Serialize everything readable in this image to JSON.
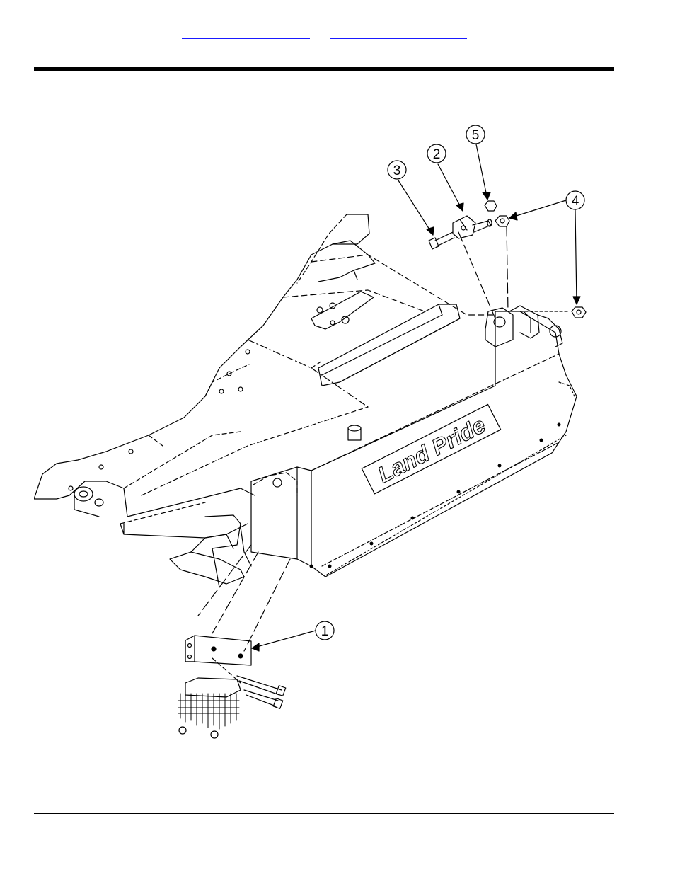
{
  "header": {
    "links": [
      "",
      ""
    ]
  },
  "figure": {
    "brand_label": "Land Pride",
    "callouts": [
      {
        "num": "1"
      },
      {
        "num": "2"
      },
      {
        "num": "3"
      },
      {
        "num": "4"
      },
      {
        "num": "5"
      }
    ]
  }
}
